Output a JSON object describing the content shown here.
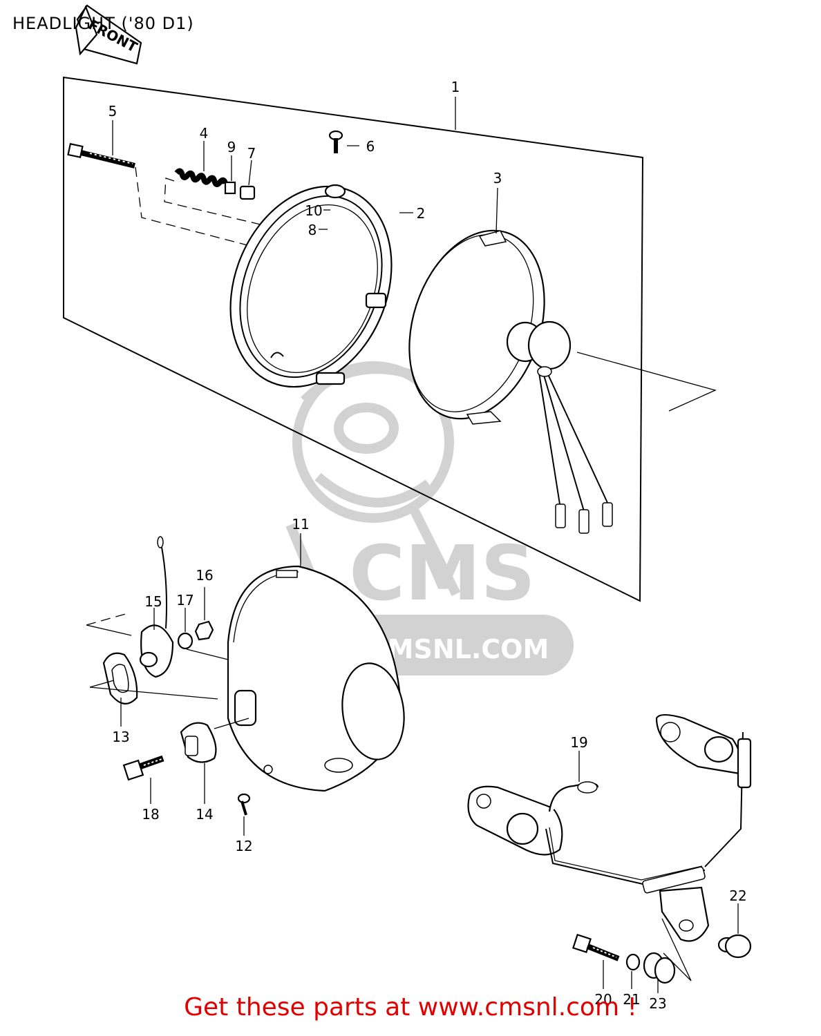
{
  "title": "HEADLIGHT ('80 D1)",
  "front_arrow_label": "FRONT",
  "watermark": {
    "logo": "CMS",
    "url": "WWW.CMSNL.COM"
  },
  "footer_link": "Get these parts at www.cmsnl.com !",
  "colors": {
    "footer": "#e00000",
    "watermark": "#cfcfcf",
    "ink": "#000000"
  },
  "callouts": [
    "1",
    "2",
    "3",
    "4",
    "5",
    "6",
    "7",
    "8",
    "9",
    "10",
    "11",
    "12",
    "13",
    "14",
    "15",
    "16",
    "17",
    "18",
    "19",
    "20",
    "21",
    "22",
    "23"
  ]
}
